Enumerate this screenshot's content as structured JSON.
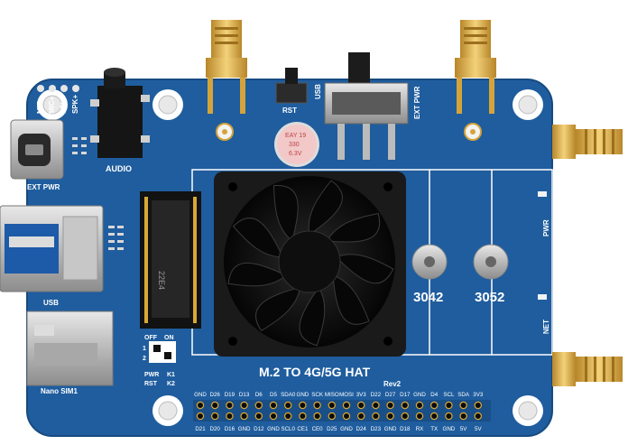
{
  "board": {
    "title": "M.2 TO 4G/5G HAT",
    "revision": "Rev2",
    "colors": {
      "pcb": "#1f5d9e",
      "pcb_dark": "#17497f",
      "silk": "#ffffff",
      "gold": "#d9a936",
      "black": "#111111"
    }
  },
  "labels": {
    "mic_minus": "MIC-",
    "mic_plus": "MIC+",
    "spk_minus": "SPK-",
    "spk_plus": "SPK+",
    "audio": "AUDIO",
    "rst": "RST",
    "usb_switch": "USB",
    "ext_pwr_switch": "EXT PWR",
    "ext_pwr_port": "EXT PWR",
    "usb_port": "USB",
    "nano_sim": "Nano SIM1",
    "pwr": "PWR",
    "net": "NET",
    "m2_size_3042": "3042",
    "m2_size_3052": "3052",
    "dip_off": "OFF",
    "dip_on": "ON",
    "dip_1": "1",
    "dip_2": "2",
    "dip_pwr": "PWR",
    "dip_rst": "RST",
    "dip_k1": "K1",
    "dip_k2": "K2",
    "m2_slot_marking": "22E4",
    "cap_line1": "EAY 19",
    "cap_line2": "330",
    "cap_line3": "6.3V"
  },
  "gpio_top": [
    "GND",
    "D26",
    "D19",
    "D13",
    "D6",
    "D5",
    "SDA0",
    "GND",
    "SCK",
    "MISO",
    "MOSI",
    "3V3",
    "D22",
    "D27",
    "D17",
    "GND",
    "D4",
    "SCL",
    "SDA",
    "3V3"
  ],
  "gpio_bottom": [
    "D21",
    "D20",
    "D16",
    "GND",
    "D12",
    "GND",
    "SCL0",
    "CE1",
    "CE0",
    "D25",
    "GND",
    "D24",
    "D23",
    "GND",
    "D18",
    "RX",
    "TX",
    "GND",
    "5V",
    "5V"
  ]
}
